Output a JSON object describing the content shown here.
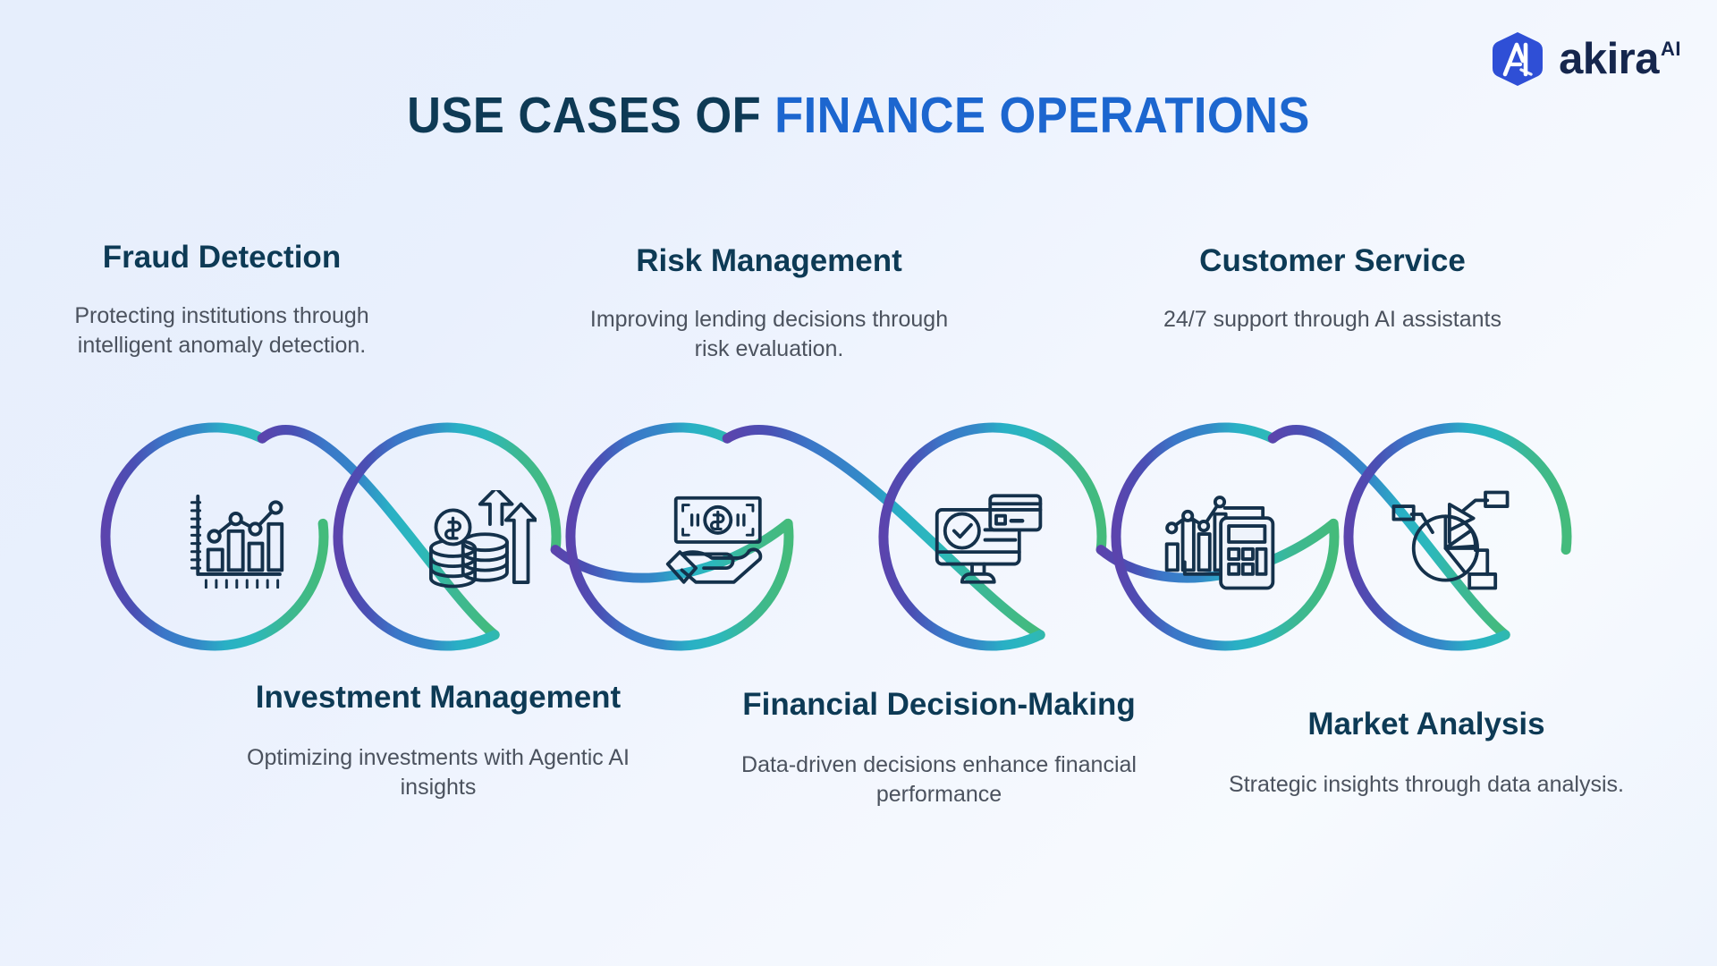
{
  "brand": {
    "name": "akira",
    "superscript": "AI",
    "logo_icon": "akira-hexagon-logo",
    "logo_color": "#2f4fd6",
    "wordmark_color": "#15264d"
  },
  "title": {
    "lead": "USE CASES OF ",
    "accent": "FINANCE OPERATIONS",
    "lead_color": "#0e3a55",
    "accent_color": "#1c66cf"
  },
  "ribbon": {
    "description": "six-loop chained infinity ribbon",
    "gradient_stops": [
      "#5b46ae",
      "#4553b4",
      "#3b77c8",
      "#2e93c6",
      "#29b6c4",
      "#36b79a",
      "#41ba7e"
    ],
    "stroke_width": 11
  },
  "cards": [
    {
      "id": "fraud-detection",
      "title": "Fraud Detection",
      "description": "Protecting institutions through intelligent anomaly detection.",
      "icon": "bar-chart-trendline-icon",
      "position": "top",
      "loop_color": "#5b46ae"
    },
    {
      "id": "investment-management",
      "title": "Investment Management",
      "description": "Optimizing investments with Agentic AI insights",
      "icon": "coins-growth-arrows-icon",
      "position": "bottom",
      "loop_color": "#4a5fbd"
    },
    {
      "id": "risk-management",
      "title": "Risk Management",
      "description": "Improving lending decisions through risk evaluation.",
      "icon": "money-in-hand-icon",
      "position": "top",
      "loop_color": "#3b77c8"
    },
    {
      "id": "financial-decision-making",
      "title": "Financial Decision-Making",
      "description": "Data-driven decisions enhance financial performance",
      "icon": "monitor-checkmark-card-icon",
      "position": "bottom",
      "loop_color": "#2bb2c6"
    },
    {
      "id": "customer-service",
      "title": "Customer Service",
      "description": "24/7 support through AI assistants",
      "icon": "chart-calculator-icon",
      "position": "top",
      "loop_color": "#33b6a4"
    },
    {
      "id": "market-analysis",
      "title": "Market Analysis",
      "description": "Strategic insights through data analysis.",
      "icon": "pie-chart-callouts-icon",
      "position": "bottom",
      "loop_color": "#41ba7e"
    }
  ],
  "text_blocks": {
    "fraud_title": "Fraud Detection",
    "fraud_desc": "Protecting institutions through intelligent anomaly detection.",
    "risk_title": "Risk Management",
    "risk_desc": "Improving lending decisions through risk evaluation.",
    "customer_title": "Customer Service",
    "customer_desc": "24/7 support through AI assistants",
    "investment_title": "Investment Management",
    "investment_desc": "Optimizing investments with Agentic AI insights",
    "decision_title": "Financial Decision-Making",
    "decision_desc": "Data-driven decisions enhance financial performance",
    "market_title": "Market Analysis",
    "market_desc": "Strategic insights through data analysis."
  },
  "theme": {
    "background_from": "#e6eefc",
    "background_to": "#f7fafe",
    "heading_color": "#0d3a55",
    "body_color": "#4b525e",
    "icon_stroke": "#14314b"
  }
}
